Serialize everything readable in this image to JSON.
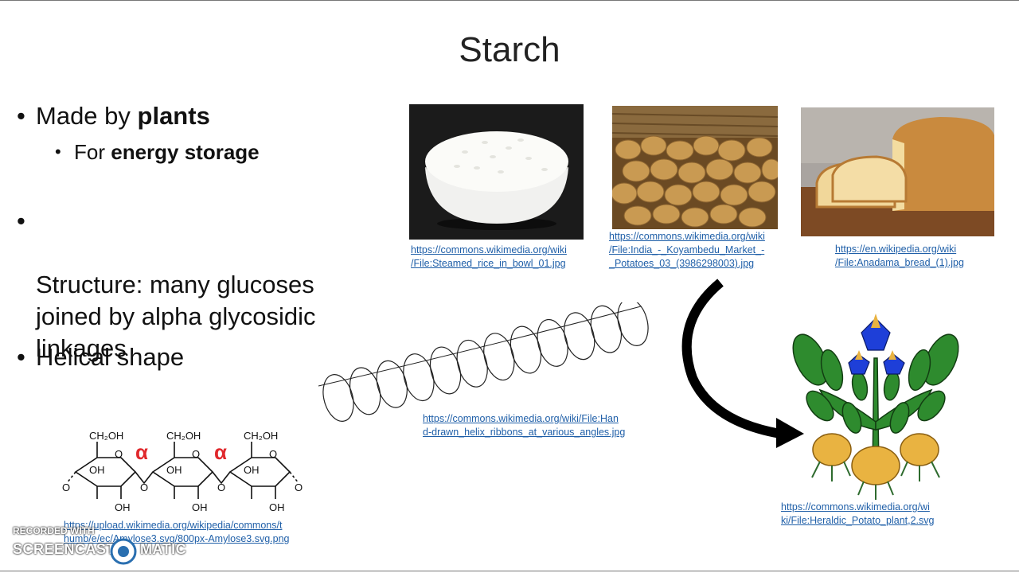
{
  "slide": {
    "title": "Starch"
  },
  "bullets": [
    {
      "text_pre": "Made by ",
      "text_bold": "plants"
    },
    {
      "text": "Structure: many glucoses\njoined by alpha glycosidic\nlinkages"
    },
    {
      "text": "Helical shape"
    }
  ],
  "sub_bullets": [
    {
      "text_pre": "For ",
      "text_bold": "energy storage"
    }
  ],
  "bullet_glyph": "•",
  "images": {
    "rice": {
      "caption": "https://commons.wikimedia.org/wiki\n/File:Steamed_rice_in_bowl_01.jpg"
    },
    "potatoes": {
      "caption": "https://commons.wikimedia.org/wiki\n/File:India_-_Koyambedu_Market_-\n_Potatoes_03_(3986298003).jpg"
    },
    "bread": {
      "caption": "https://en.wikipedia.org/wiki\n/File:Anadama_bread_(1).jpg"
    },
    "helix": {
      "caption": "https://commons.wikimedia.org/wiki/File:Han\nd-drawn_helix_ribbons_at_various_angles.jpg"
    },
    "plant": {
      "caption": "https://commons.wikimedia.org/wi\nki/File:Heraldic_Potato_plant,2.svg"
    },
    "amylose": {
      "caption": "https://upload.wikimedia.org/wikipedia/commons/t\nhumb/e/ec/Amylose3.svg/800px-Amylose3.svg.png",
      "labels": {
        "ch2oh": "CH₂OH",
        "oh": "OH",
        "o": "O",
        "alpha": "α"
      }
    }
  },
  "watermark": {
    "line1": "RECORDED WITH",
    "line2a": "SCREENCAST",
    "line2b": "MATIC"
  },
  "colors": {
    "link": "#1f5fa8",
    "alpha": "#e0282c",
    "plant_green": "#2e8b2e",
    "flower_blue": "#1e3fd8",
    "potato_yellow": "#e9b341"
  }
}
